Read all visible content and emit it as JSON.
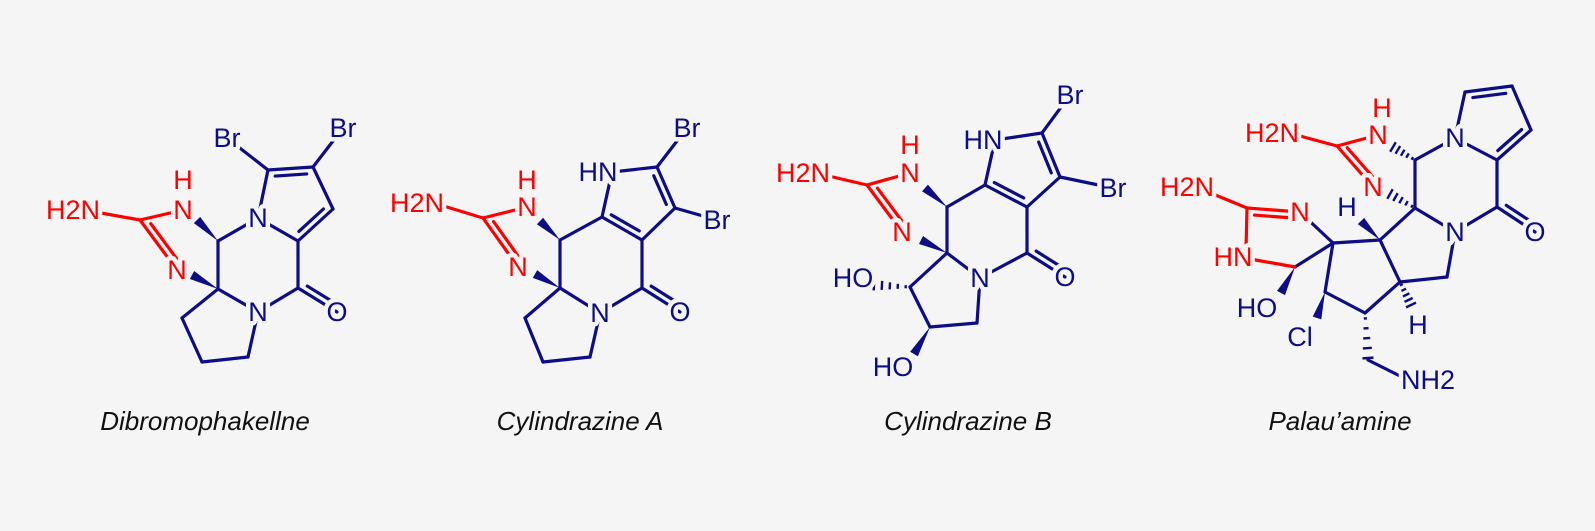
{
  "colors": {
    "structure": "#0d0d86",
    "guanidine": "#ff0000",
    "background": "#f5f5f5",
    "caption": "#111111"
  },
  "molecules": [
    {
      "name": "Dibromophakellne",
      "labels": [
        "Br",
        "Br",
        "N",
        "N",
        "O",
        "H2N",
        "N",
        "H",
        "N"
      ]
    },
    {
      "name": "Cylindrazine A",
      "labels": [
        "Br",
        "Br",
        "HN",
        "N",
        "O",
        "H2N",
        "N",
        "H",
        "N"
      ]
    },
    {
      "name": "Cylindrazine B",
      "labels": [
        "Br",
        "Br",
        "HN",
        "N",
        "O",
        "HO",
        "HO",
        "H2N",
        "N",
        "H",
        "N"
      ]
    },
    {
      "name": "Palau’amine",
      "labels": [
        "N",
        "N",
        "O",
        "H2N",
        "N",
        "H",
        "N",
        "H2N",
        "N",
        "HN",
        "HO",
        "Cl",
        "NH2",
        "H",
        "H"
      ]
    }
  ]
}
